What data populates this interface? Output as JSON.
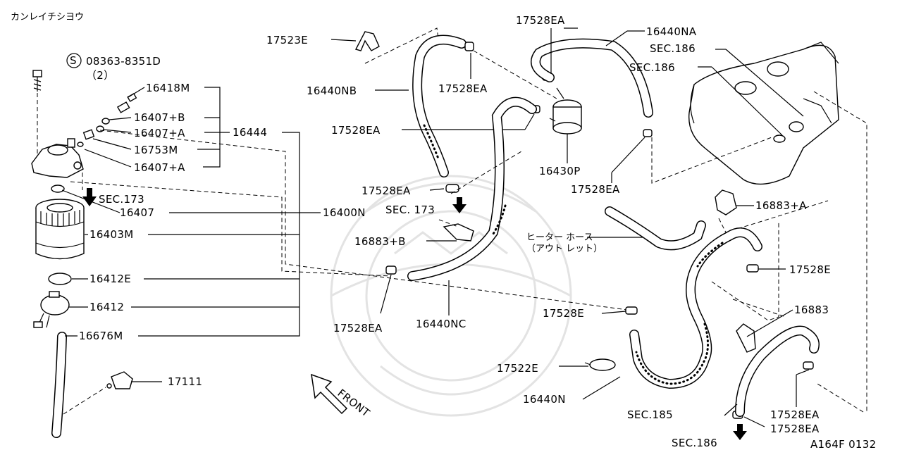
{
  "title": "カンレイチシヨウ",
  "figure_code": "A164F 0132",
  "front_label": "FRONT",
  "bolt": {
    "code": "08363-8351D",
    "qty": "（2）",
    "marker": "S"
  },
  "labels": {
    "p16418M": "16418M",
    "p16407B": "16407+B",
    "p16407A1": "16407+A",
    "p16753M": "16753M",
    "p16407A2": "16407+A",
    "p16444": "16444",
    "p16407": "16407",
    "p16400N": "16400N",
    "p16403M": "16403M",
    "p16412E": "16412E",
    "p16412": "16412",
    "p16676M": "16676M",
    "p17111": "17111",
    "p17523E": "17523E",
    "p16440NB": "16440NB",
    "p17528EA_a": "17528EA",
    "p17528EA_b": "17528EA",
    "p17528EA_c": "17528EA",
    "p17528EA_d": "17528EA",
    "p17528EA_e": "17528EA",
    "p17528EA_f": "17528EA",
    "p17528EA_g": "17528EA",
    "p17528EA_h": "17528EA",
    "p16440NA": "16440NA",
    "p16430P": "16430P",
    "p16883A": "16883+A",
    "p16883B": "16883+B",
    "p16883": "16883",
    "p17528E_a": "17528E",
    "p17528E_b": "17528E",
    "p17522E": "17522E",
    "p16440N": "16440N",
    "p16440NC": "16440NC",
    "sec173a": "SEC.173",
    "sec173b": "SEC. 173",
    "sec186a": "SEC.186",
    "sec186b": "SEC.186",
    "sec186c": "SEC.186",
    "sec185": "SEC.185"
  },
  "heater_hose_label": {
    "line1": "ヒーター ホース",
    "line2": "（アウト レット）"
  }
}
